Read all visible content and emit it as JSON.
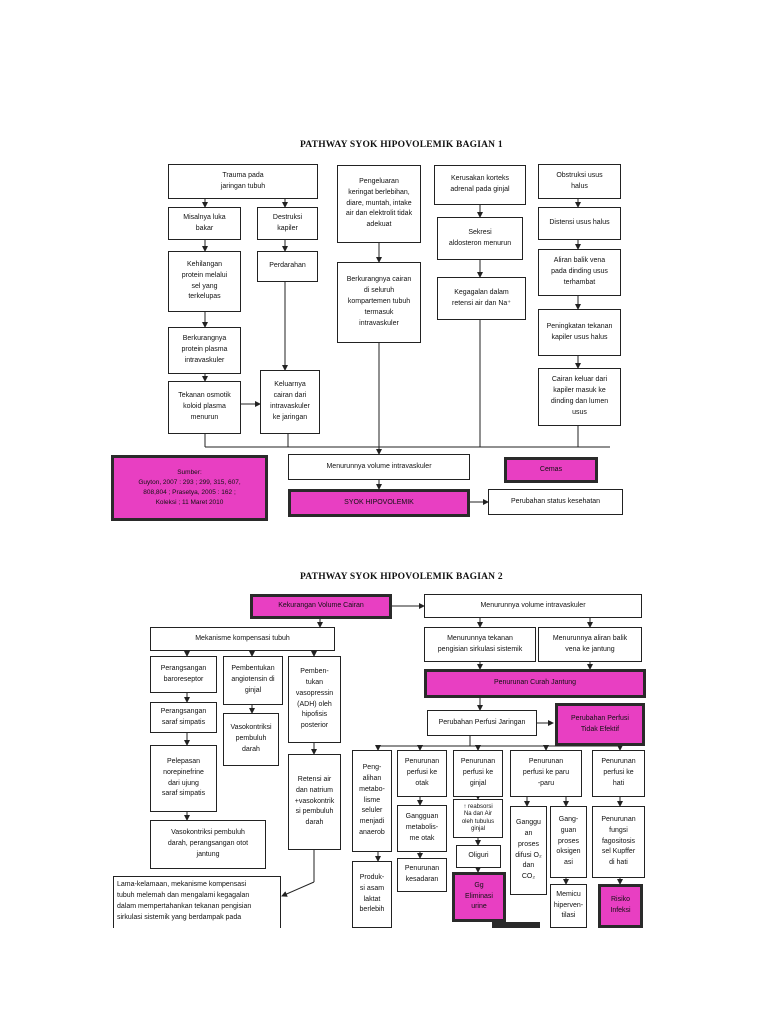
{
  "part1": {
    "title": "PATHWAY SYOK HIPOVOLEMIK BAGIAN 1",
    "boxes": {
      "trauma": "Trauma pada\njaringan tubuh",
      "luka": "Misalnya luka\nbakar",
      "destruksi": "Destruksi\nkapiler",
      "kehilangan": "Kehilangan\nprotein melalui\nsel yang\nterkelupas",
      "perdarahan": "Perdarahan",
      "berkurangnya_protein": "Berkurangnya\nprotein plasma\nintravaskuler",
      "tekanan_osmotik": "Tekanan osmotik\nkoloid plasma\nmenurun",
      "keluarnya": "Keluarnya\ncairan dari\nintravaskuler\nke jaringan",
      "pengeluaran": "Pengeluaran\nkeringat berlebihan,\ndiare, muntah, intake\nair dan elektrolit tidak\nadekuat",
      "berkurangnya_cairan": "Berkurangnya cairan\ndi seluruh\nkompartemen tubuh\ntermasuk\nintravaskuler",
      "kerusakan": "Kerusakan korteks\nadrenal pada ginjal",
      "sekresi": "Sekresi\naldosteron menurun",
      "kegagalan": "Kegagalan dalam\nretensi air dan Na⁺",
      "obstruksi": "Obstruksi usus\nhalus",
      "distensi": "Distensi usus halus",
      "aliran_balik": "Aliran balik vena\npada dinding usus\nterhambat",
      "peningkatan": "Peningkatan tekanan\nkapiler usus halus",
      "cairan_keluar": "Cairan keluar dari\nkapiler masuk ke\ndinding dan lumen\nusus",
      "menurunnya": "Menurunnya volume intravaskuler",
      "cemas": "Cemas",
      "syok": "SYOK HIPOVOLEMIK",
      "perubahan_status": "Perubahan status kesehatan",
      "sumber": "Sumber:\nGuyton, 2007 : 293 ; 299, 315, 607,\n808,804 ; Prasetya, 2005 : 162 ;\nKoleksi ; 11 Maret 2010"
    }
  },
  "part2": {
    "title": "PATHWAY SYOK HIPOVOLEMIK BAGIAN 2",
    "boxes": {
      "kekurangan": "Kekurangan Volume Cairan",
      "menurunnya_vol": "Menurunnya volume intravaskuler",
      "mekanisme": "Mekanisme kompensasi tubuh",
      "menurunnya_tekanan": "Menurunnya tekanan\npengisian sirkulasi sistemik",
      "menurunnya_aliran": "Menurunnya aliran balik\nvena ke jantung",
      "baroreseptor": "Perangsangan\nbaroreseptor",
      "perangsangan_saraf": "Perangsangan\nsaraf simpatis",
      "pelepasan": "Pelepasan\nnorepinefrine\ndari ujung\nsaraf simpatis",
      "vasokontriksi_jantung": "Vasokontriksi pembuluh\ndarah, perangsangan otot\njantung",
      "angiotensin": "Pembentukan\nangiotensin di\nginjal",
      "vasokontriksi_pd": "Vasokontriksi\npembuluh\ndarah",
      "vasopressin": "Pemben-\ntukan\nvasopressin\n(ADH) oleh\nhipofisis\nposterior",
      "retensi": "Retensi air\ndan natrium\n+vasokontrik\nsi pembuluh\ndarah",
      "penurunan_curah": "Penurunan Curah Jantung",
      "perubahan_perfusi": "Perubahan Perfusi Jaringan",
      "perfusi_tidak_efektif": "Perubahan Perfusi\nTidak Efektif",
      "pengalihan": "Peng-\nalihan\nmetabo-\nlisme\nseluler\nmenjadi\nanaerob",
      "produksi": "Produk-\nsi asam\nlaktat\nberlebih",
      "perfusi_otak": "Penurunan\nperfusi ke\notak",
      "gangguan_metabolisme": "Gangguan\nmetabolis-\nme otak",
      "penurunan_kesadaran": "Penurunan\nkesadaran",
      "perfusi_ginjal": "Penurunan\nperfusi ke\nginjal",
      "reabsorsi": "↑ reabsorsi\nNa dan Air\noleh tubulus\nginjal",
      "oliguri": "Oliguri",
      "eliminasi": "Gg\nEliminasi\nurine",
      "perfusi_paru": "Penurunan\nperfusi ke paru\n-paru",
      "gangguan_difusi": "Ganggu\nan\nproses\ndifusi O₂\ndan\nCO₂",
      "gangguan_oksigenasi": "Gang-\nguan\nproses\noksigen\nasi",
      "memicu": "Memicu\nhiperven-\ntilasi",
      "perfusi_hati": "Penurunan\nperfusi ke\nhati",
      "fungsi_kupffer": "Penurunan\nfungsi\nfagositosis\nsel Kupffer\ndi hati",
      "risiko_infeksi": "Risiko\nInfeksi",
      "lama_kelamaan": "Lama-kelamaan, mekanisme kompensasi\ntubuh melemah dan mengalami kegagalan\ndalam mempertahankan tekanan pengisian\nsirkulasi sistemik yang berdampak pada"
    }
  }
}
